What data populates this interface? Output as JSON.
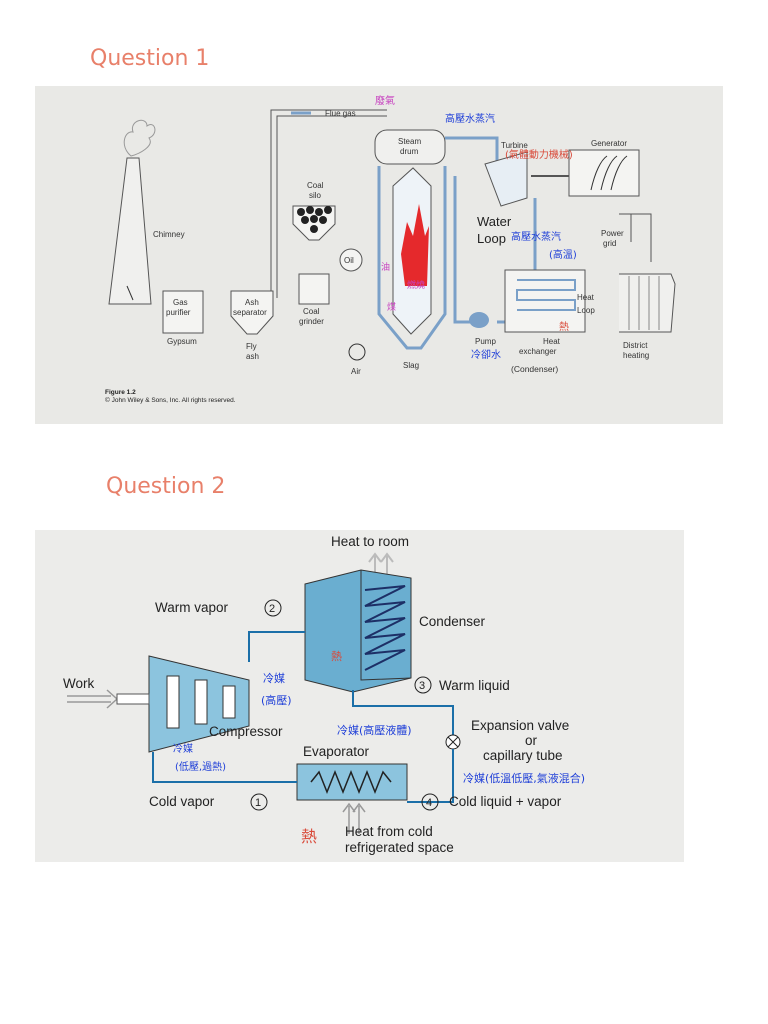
{
  "questions": [
    {
      "title": "Question 1"
    },
    {
      "title": "Question 2"
    }
  ],
  "q1": {
    "labels": {
      "flue_gas": "Flue gas",
      "steam_drum_1": "Steam",
      "steam_drum_2": "drum",
      "turbine": "Turbine",
      "generator": "Generator",
      "coal_silo_1": "Coal",
      "coal_silo_2": "silo",
      "chimney": "Chimney",
      "oil": "Oil",
      "water_loop_1": "Water",
      "water_loop_2": "Loop",
      "power_grid_1": "Power",
      "power_grid_2": "grid",
      "gas_purifier_1": "Gas",
      "gas_purifier_2": "purifier",
      "ash_separator_1": "Ash",
      "ash_separator_2": "separator",
      "coal_grinder_1": "Coal",
      "coal_grinder_2": "grinder",
      "gypsum": "Gypsum",
      "fly_ash_1": "Fly",
      "fly_ash_2": "ash",
      "air": "Air",
      "slag": "Slag",
      "pump": "Pump",
      "heat_exchanger_1": "Heat",
      "heat_exchanger_2": "exchanger",
      "heat_loop_1": "Heat",
      "heat_loop_2": "Loop",
      "district_heating_1": "District",
      "district_heating_2": "heating",
      "figure_caption": "Figure 1.2",
      "copyright": "© John Wiley & Sons, Inc. All rights reserved."
    },
    "annotations": {
      "waste_gas": "廢氣",
      "high_pressure_steam": "高壓水蒸汽",
      "turbine_note": "(氣體動力機械)",
      "oil_note": "油",
      "combustion": "燃燒",
      "coal_note": "煤",
      "hp_steam_2": "高壓水蒸汽",
      "high_temp": "(高溫)",
      "heat": "熱",
      "cooling_water": "冷卻水",
      "condenser": "(Condenser)"
    }
  },
  "q2": {
    "labels": {
      "heat_to_room": "Heat to room",
      "warm_vapor": "Warm vapor",
      "state_2": "2",
      "condenser": "Condenser",
      "work": "Work",
      "state_3": "3",
      "warm_liquid": "Warm liquid",
      "compressor": "Compressor",
      "expansion_valve_1": "Expansion valve",
      "expansion_valve_2": "or",
      "expansion_valve_3": "capillary tube",
      "evaporator": "Evaporator",
      "cold_vapor": "Cold vapor",
      "state_1": "1",
      "state_4": "4",
      "cold_liquid_vapor": "Cold liquid + vapor",
      "heat_from_cold_1": "Heat from cold",
      "heat_from_cold_2": "refrigerated space"
    },
    "annotations": {
      "refrigerant_hp": "冷媒",
      "high_pressure": "(高壓)",
      "hot": "熱",
      "refrigerant_hp_liquid": "冷媒(高壓液體)",
      "refrigerant_lp_1": "冷媒",
      "refrigerant_lp_2": "(低壓,過熱)",
      "refrigerant_mix": "冷媒(低溫低壓,氣液混合)",
      "heat_mark": "熱"
    }
  }
}
